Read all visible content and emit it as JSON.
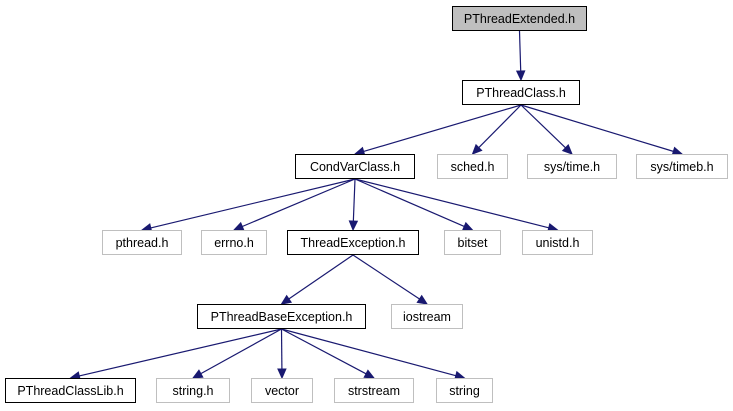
{
  "diagram": {
    "colors": {
      "edge": "#191970",
      "local_border": "#000000",
      "system_border": "#bfbfbf",
      "root_fill": "#bfbfbf"
    },
    "nodes": [
      {
        "id": "pthreadextended",
        "label": "PThreadExtended.h",
        "kind": "root"
      },
      {
        "id": "pthreadclass",
        "label": "PThreadClass.h",
        "kind": "local"
      },
      {
        "id": "condvarclass",
        "label": "CondVarClass.h",
        "kind": "local"
      },
      {
        "id": "sched",
        "label": "sched.h",
        "kind": "system"
      },
      {
        "id": "systime",
        "label": "sys/time.h",
        "kind": "system"
      },
      {
        "id": "systimeb",
        "label": "sys/timeb.h",
        "kind": "system"
      },
      {
        "id": "pthread",
        "label": "pthread.h",
        "kind": "system"
      },
      {
        "id": "errno",
        "label": "errno.h",
        "kind": "system"
      },
      {
        "id": "threadexception",
        "label": "ThreadException.h",
        "kind": "local"
      },
      {
        "id": "bitset",
        "label": "bitset",
        "kind": "system"
      },
      {
        "id": "unistd",
        "label": "unistd.h",
        "kind": "system"
      },
      {
        "id": "pthreadbaseexception",
        "label": "PThreadBaseException.h",
        "kind": "local"
      },
      {
        "id": "iostream",
        "label": "iostream",
        "kind": "system"
      },
      {
        "id": "pthreadclasslib",
        "label": "PThreadClassLib.h",
        "kind": "local"
      },
      {
        "id": "stringh",
        "label": "string.h",
        "kind": "system"
      },
      {
        "id": "vector",
        "label": "vector",
        "kind": "system"
      },
      {
        "id": "strstream",
        "label": "strstream",
        "kind": "system"
      },
      {
        "id": "string",
        "label": "string",
        "kind": "system"
      }
    ],
    "edges": [
      [
        "pthreadextended",
        "pthreadclass"
      ],
      [
        "pthreadclass",
        "condvarclass"
      ],
      [
        "pthreadclass",
        "sched"
      ],
      [
        "pthreadclass",
        "systime"
      ],
      [
        "pthreadclass",
        "systimeb"
      ],
      [
        "condvarclass",
        "pthread"
      ],
      [
        "condvarclass",
        "errno"
      ],
      [
        "condvarclass",
        "threadexception"
      ],
      [
        "condvarclass",
        "bitset"
      ],
      [
        "condvarclass",
        "unistd"
      ],
      [
        "threadexception",
        "pthreadbaseexception"
      ],
      [
        "threadexception",
        "iostream"
      ],
      [
        "pthreadbaseexception",
        "pthreadclasslib"
      ],
      [
        "pthreadbaseexception",
        "stringh"
      ],
      [
        "pthreadbaseexception",
        "vector"
      ],
      [
        "pthreadbaseexception",
        "strstream"
      ],
      [
        "pthreadbaseexception",
        "string"
      ]
    ]
  }
}
